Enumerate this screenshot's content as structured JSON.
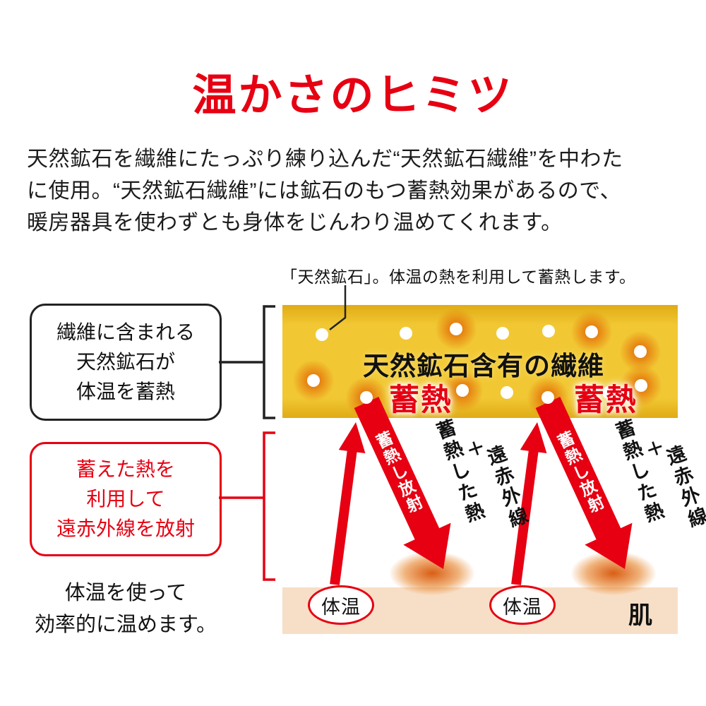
{
  "title": "温かさのヒミツ",
  "intro_lines": [
    "天然鉱石を繊維にたっぷり練り込んだ“天然鉱石繊維”を中わた",
    "に使用。“天然鉱石繊維”には鉱石のもつ蓄熱効果があるので、",
    "暖房器具を使わずとも身体をじんわり温めてくれます。"
  ],
  "callout_label": "「天然鉱石」。体温の熱を利用して蓄熱します。",
  "left_panel": {
    "store_box_lines": [
      "繊維に含まれる",
      "天然鉱石が",
      "体温を蓄熱"
    ],
    "radiate_box_lines": [
      "蓄えた熱を",
      "利用して",
      "遠赤外線を放射"
    ],
    "note_lines": [
      "体温を使って",
      "効率的に温めます。"
    ]
  },
  "diagram": {
    "fiber_band_label": "天然鉱石含有の繊維",
    "heat_storage_label": "蓄熱",
    "arrow_label": "蓄熱し放射",
    "stored_heat_label": "蓄熱した熱",
    "plus_sign": "＋",
    "far_infrared_label": "遠赤外線",
    "body_temp_label": "体温",
    "skin_label": "肌"
  },
  "colors": {
    "accent_red": "#e60012",
    "fiber_gold": "#f1c834",
    "skin_beige": "#f7dfc7",
    "glow_orange": "#dd5a00"
  }
}
